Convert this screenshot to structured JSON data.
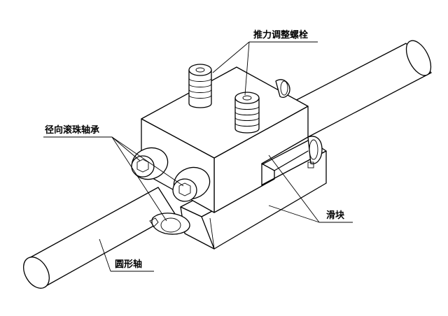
{
  "labels": {
    "thrust_bolt": "推力调整螺栓",
    "radial_bearing": "径向滚珠轴承",
    "slider": "滑块",
    "round_shaft": "圆形轴"
  }
}
